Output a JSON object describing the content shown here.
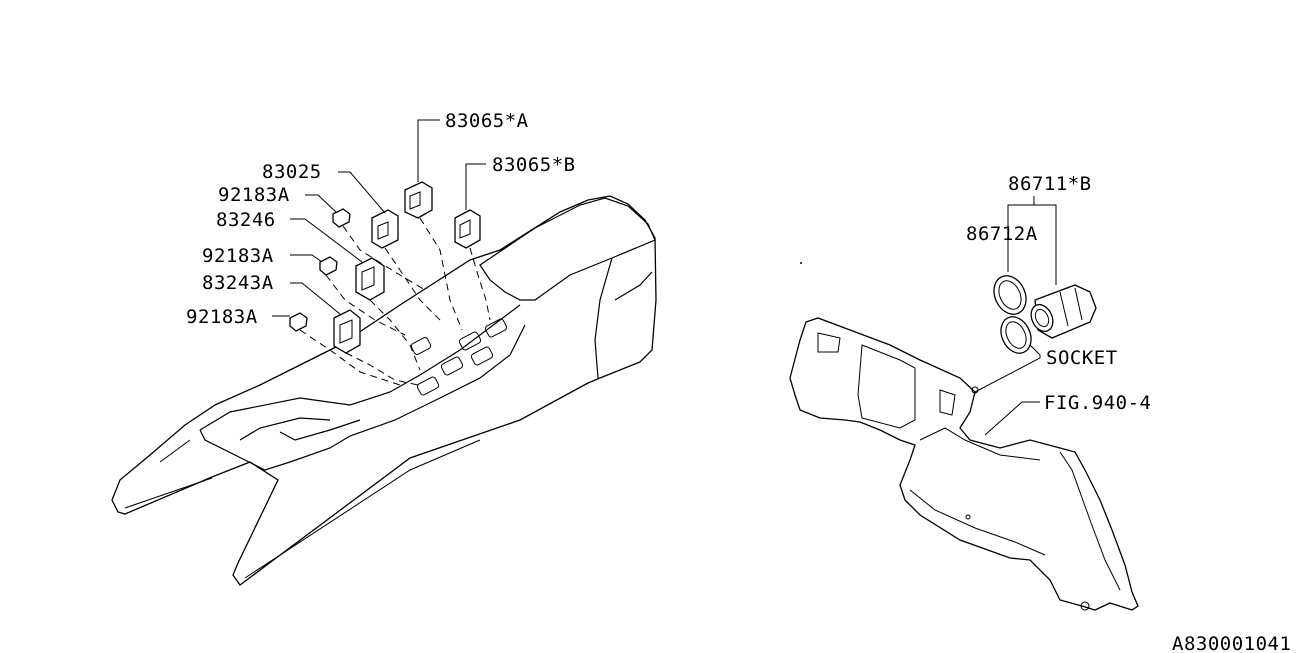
{
  "labels": {
    "p83065A": "83065*A",
    "p83065B": "83065*B",
    "p83025": "83025",
    "p92183A_1": "92183A",
    "p83246": "83246",
    "p92183A_2": "92183A",
    "p83243A": "83243A",
    "p92183A_3": "92183A",
    "p86711B": "86711*B",
    "p86712A": "86712A",
    "socket": "SOCKET",
    "fig": "FIG.940-4"
  },
  "diagram_id": "A830001041"
}
